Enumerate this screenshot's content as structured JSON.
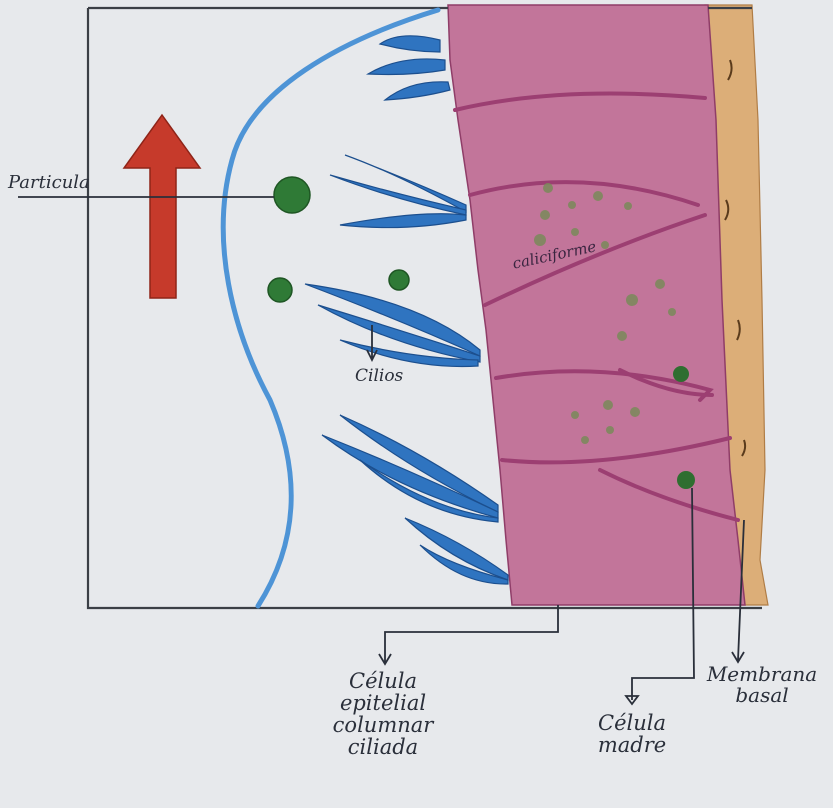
{
  "labels": {
    "particle": "Particula",
    "cilia": "Cilios",
    "goblet_cell": "caliciforme",
    "ciliated_cell": [
      "Célula",
      "epitelial",
      "columnar",
      "ciliada"
    ],
    "stem_cell": [
      "Célula",
      "madre"
    ],
    "basement_membrane": [
      "Membrana",
      "basal"
    ]
  },
  "colors": {
    "paper": "#e7e9ec",
    "frame": "#3b3f46",
    "epithelium": "#c2759a",
    "epithelium_dark": "#a94f7e",
    "basement_membrane": "#dcae78",
    "cilia": "#2f74c0",
    "mucus_line": "#4e94d6",
    "particle": "#2f7a36",
    "arrow": "#c63a2b"
  },
  "icons": {
    "direction_arrow": "up-arrow-icon"
  }
}
